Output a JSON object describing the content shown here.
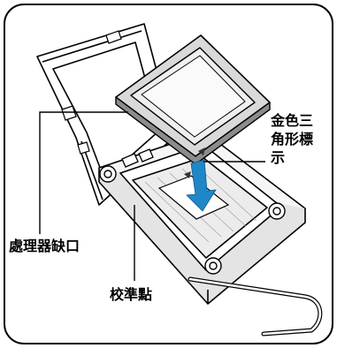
{
  "labels": {
    "gold_triangle_line1": "金色三",
    "gold_triangle_line2": "角形標",
    "gold_triangle_line3": "示",
    "notch": "處理器缺口",
    "alignment_key": "校準點"
  }
}
